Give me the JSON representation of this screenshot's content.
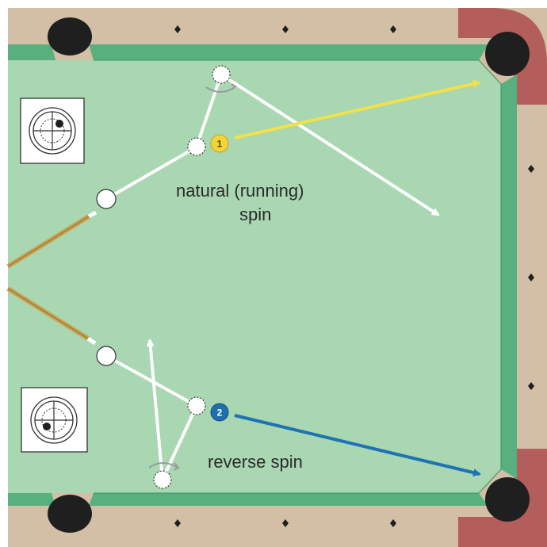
{
  "labels": {
    "natural_line1": "natural (running)",
    "natural_line2": "spin",
    "reverse": "reverse spin"
  },
  "balls": {
    "one": "1",
    "two": "2"
  },
  "colors": {
    "rail": "#d2bfa6",
    "cushion": "#58b07e",
    "cloth": "#a8d7b1",
    "corner": "#b35e5a",
    "pocket": "#1f1f1f",
    "cue_shaft": "#c9a253",
    "path_white": "#ffffff",
    "path_yellow": "#f1e14b",
    "path_blue": "#1f72b4",
    "ball_yellow": "#f2d43a",
    "ball_blue": "#1f6fae"
  },
  "icons": {
    "diamond": "diamond-marker-icon",
    "spin_top": "tip-position-high-icon",
    "spin_bottom": "tip-position-low-icon",
    "rotation": "spin-rotation-icon"
  }
}
